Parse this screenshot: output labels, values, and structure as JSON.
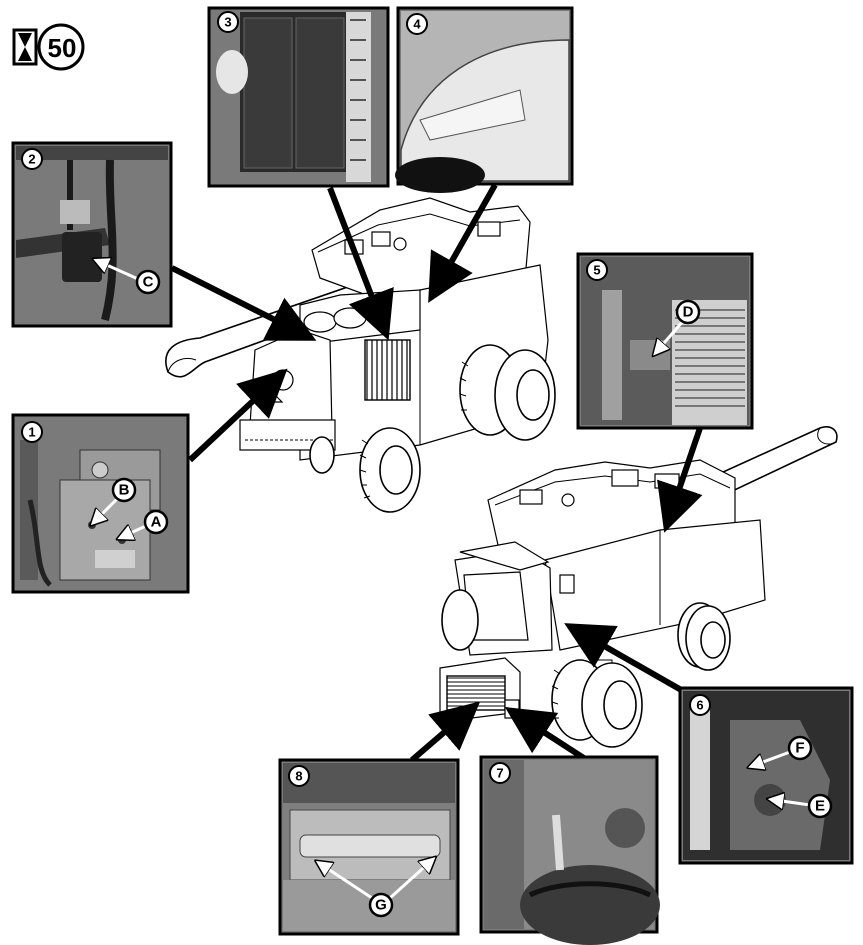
{
  "interval": {
    "hours": "50",
    "icon": "hourglass-icon"
  },
  "views": [
    {
      "number": "1",
      "callouts": [
        "B",
        "A"
      ]
    },
    {
      "number": "2",
      "callouts": [
        "C"
      ]
    },
    {
      "number": "3",
      "callouts": []
    },
    {
      "number": "4",
      "callouts": []
    },
    {
      "number": "5",
      "callouts": [
        "D"
      ]
    },
    {
      "number": "6",
      "callouts": [
        "F",
        "E"
      ]
    },
    {
      "number": "7",
      "callouts": []
    },
    {
      "number": "8",
      "callouts": [
        "G"
      ]
    }
  ]
}
